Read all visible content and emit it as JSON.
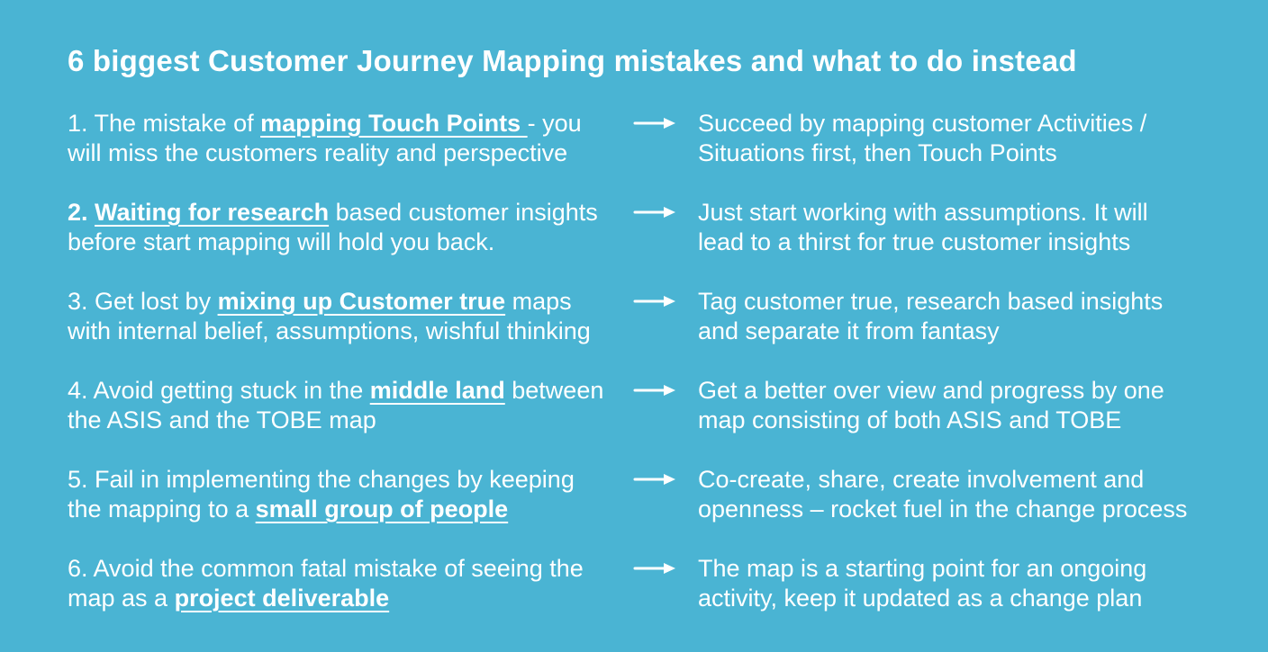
{
  "slide": {
    "title": "6 biggest Customer Journey Mapping mistakes and what to do instead",
    "background_color": "#4AB4D3",
    "text_color": "#FFFFFF"
  },
  "icons": {
    "row_arrow": "right-arrow-icon"
  },
  "rows": [
    {
      "mistake": {
        "line1": {
          "pre": "1. The mistake of ",
          "em": "mapping Touch Points ",
          "post": "- you"
        },
        "line2": {
          "pre": "will miss the customers reality and perspective"
        }
      },
      "solution": {
        "line1": "Succeed by mapping customer Activities /",
        "line2": "Situations first, then Touch Points"
      }
    },
    {
      "mistake": {
        "line1": {
          "strong": "2. ",
          "em": "Waiting for research",
          "post": " based customer insights"
        },
        "line2": {
          "pre": "before start mapping will hold you back."
        }
      },
      "solution": {
        "line1": "Just start working with assumptions. It will",
        "line2": "lead to a thirst for true customer insights"
      }
    },
    {
      "mistake": {
        "line1": {
          "pre": "3. Get lost by ",
          "em": "mixing up Customer true",
          "post": " maps"
        },
        "line2": {
          "pre": "with internal belief, assumptions, wishful thinking"
        }
      },
      "solution": {
        "line1": "Tag customer true, research based insights",
        "line2": "and separate it from fantasy"
      }
    },
    {
      "mistake": {
        "line1": {
          "pre": "4. Avoid getting stuck in the ",
          "em": "middle land",
          "post": " between"
        },
        "line2": {
          "pre": "the ASIS and the TOBE map"
        }
      },
      "solution": {
        "line1": "Get a better over view and progress by one",
        "line2": "map consisting of both ASIS and TOBE"
      }
    },
    {
      "mistake": {
        "line1": {
          "pre": "5. Fail in implementing the changes by keeping"
        },
        "line2": {
          "pre": "the mapping to a ",
          "em": "small group of people"
        }
      },
      "solution": {
        "line1": "Co-create, share, create involvement and",
        "line2": "openness – rocket fuel in the change process"
      }
    },
    {
      "mistake": {
        "line1": {
          "pre": "6. Avoid the common fatal mistake of seeing the"
        },
        "line2": {
          "pre": "map as a ",
          "em": "project deliverable"
        }
      },
      "solution": {
        "line1": "The map is a starting point for an ongoing",
        "line2": "activity, keep it updated as a change plan"
      }
    }
  ]
}
